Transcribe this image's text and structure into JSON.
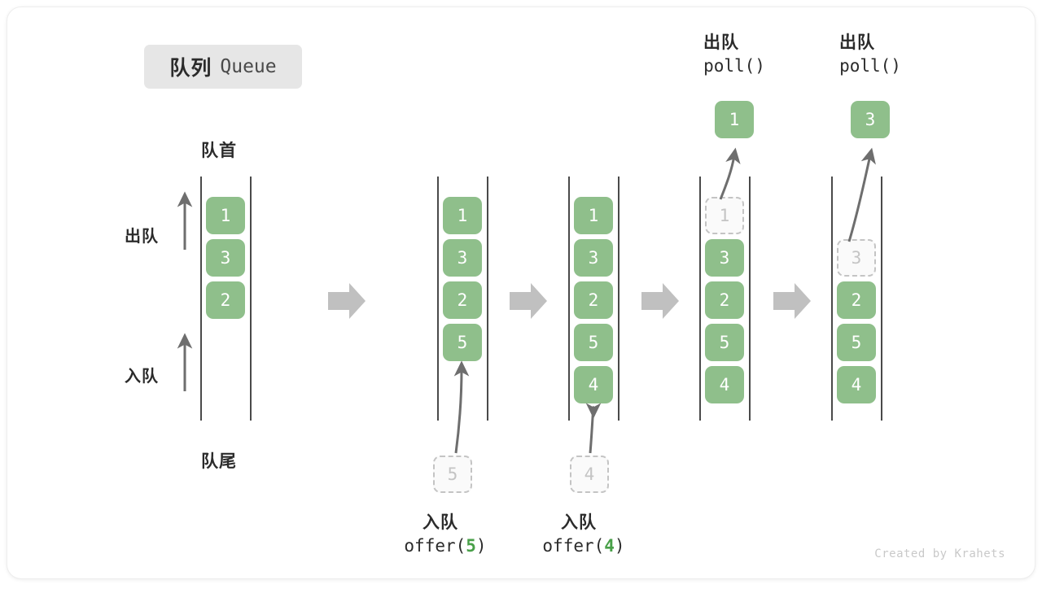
{
  "title": {
    "cn": "队列",
    "en": "Queue"
  },
  "labels": {
    "head": "队首",
    "tail": "队尾",
    "dequeue_side": "出队",
    "enqueue_side": "入队"
  },
  "colors": {
    "cell_fill": "#8fbf8b",
    "cell_text": "#ffffff",
    "ghost_border": "#c4c4c4",
    "ghost_text": "#c4c4c4",
    "rail": "#4a4a4a",
    "arrow": "#6e6e6e",
    "step_arrow": "#c0c0c0",
    "code_number": "#49a049",
    "badge_bg": "#e6e6e6"
  },
  "columns": [
    {
      "id": "initial",
      "cells": [
        "1",
        "3",
        "2"
      ],
      "ghost_index": null,
      "empty_top": false,
      "show_head_tail": true,
      "show_side_arrows": true
    },
    {
      "id": "after-offer-5",
      "cells": [
        "1",
        "3",
        "2",
        "5"
      ],
      "ghost_index": null,
      "empty_top": false,
      "show_head_tail": false,
      "show_side_arrows": false
    },
    {
      "id": "after-offer-4",
      "cells": [
        "1",
        "3",
        "2",
        "5",
        "4"
      ],
      "ghost_index": null,
      "empty_top": false,
      "show_head_tail": false,
      "show_side_arrows": false
    },
    {
      "id": "poll-1",
      "cells": [
        "1",
        "3",
        "2",
        "5",
        "4"
      ],
      "ghost_index": 0,
      "empty_top": false,
      "show_head_tail": false,
      "show_side_arrows": false
    },
    {
      "id": "poll-3",
      "cells": [
        "3",
        "2",
        "5",
        "4"
      ],
      "ghost_index": 0,
      "empty_top": true,
      "show_head_tail": false,
      "show_side_arrows": false
    }
  ],
  "operations": [
    {
      "id": "offer-5",
      "kind": "enqueue",
      "cn": "入队",
      "code_prefix": "offer(",
      "code_number": "5",
      "code_suffix": ")",
      "input_value": "5"
    },
    {
      "id": "offer-4",
      "kind": "enqueue",
      "cn": "入队",
      "code_prefix": "offer(",
      "code_number": "4",
      "code_suffix": ")",
      "input_value": "4"
    },
    {
      "id": "poll-1",
      "kind": "dequeue",
      "cn": "出队",
      "code_prefix": "poll(",
      "code_number": "",
      "code_suffix": ")",
      "output_value": "1"
    },
    {
      "id": "poll-3",
      "kind": "dequeue",
      "cn": "出队",
      "code_prefix": "poll(",
      "code_number": "",
      "code_suffix": ")",
      "output_value": "3"
    }
  ],
  "footer": "Created by Krahets"
}
